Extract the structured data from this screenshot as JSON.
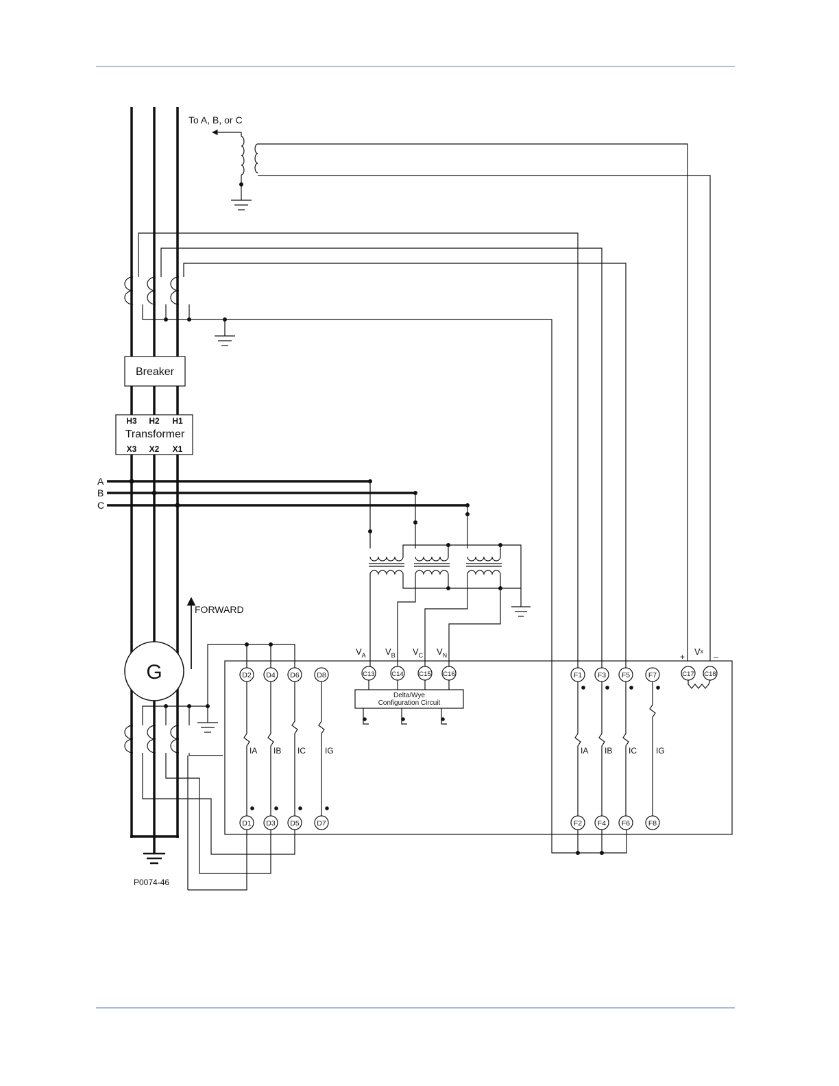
{
  "labels": {
    "pt_note": "To A, B, or C",
    "breaker": "Breaker",
    "transformer": "Transformer",
    "h3": "H3",
    "h2": "H2",
    "h1": "H1",
    "x3": "X3",
    "x2": "X2",
    "x1": "X1",
    "bus_a": "A",
    "bus_b": "B",
    "bus_c": "C",
    "forward": "FORWARD",
    "generator": "G",
    "va": "V",
    "va_sub": "A",
    "vb": "V",
    "vb_sub": "B",
    "vc": "V",
    "vc_sub": "C",
    "vn": "V",
    "vn_sub": "N",
    "vx": "V",
    "vx_sub": "x",
    "plus": "+",
    "minus": "–",
    "delta_wye_1": "Delta/Wye",
    "delta_wye_2": "Configuration Circuit",
    "drawing_number": "P0074-46"
  },
  "terminals": {
    "d_top": [
      "D2",
      "D4",
      "D6",
      "D8"
    ],
    "d_bottom": [
      "D1",
      "D3",
      "D5",
      "D7"
    ],
    "c_volt": [
      "C13",
      "C14",
      "C15",
      "C16"
    ],
    "c_vx": [
      "C17",
      "C18"
    ],
    "f_top": [
      "F1",
      "F3",
      "F5",
      "F7"
    ],
    "f_bottom": [
      "F2",
      "F4",
      "F6",
      "F8"
    ]
  },
  "current_labels": {
    "d_group": [
      "IA",
      "IB",
      "IC",
      "IG"
    ],
    "f_group": [
      "IA",
      "IB",
      "IC",
      "IG"
    ]
  },
  "colors": {
    "rule": "#a9bcdf",
    "line": "#1a1a1a"
  }
}
